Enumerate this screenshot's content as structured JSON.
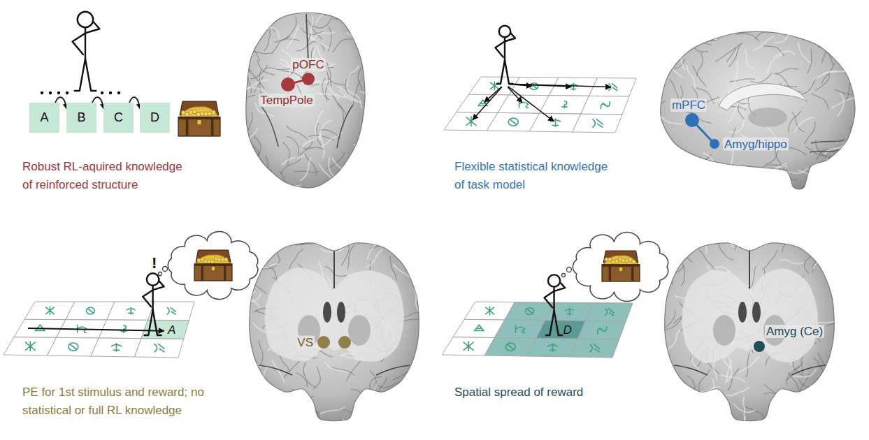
{
  "diagram": {
    "nodes": [
      {
        "text": [
          "A"
        ]
      },
      {
        "text": [
          "B"
        ]
      },
      {
        "text": [
          "C"
        ]
      },
      {
        "text": [
          "D"
        ]
      },
      {
        "text": [
          "TempPole"
        ]
      },
      {
        "text": [
          "pOFC"
        ]
      },
      {
        "text": [
          "mPFC"
        ]
      },
      {
        "text": [
          "Amyg/hippo"
        ]
      },
      {
        "text": [
          "VS"
        ]
      },
      {
        "text": [
          "Amyg (Ce)"
        ]
      }
    ],
    "edges": [
      {
        "from": 0,
        "to": 1,
        "arrow": "to"
      },
      {
        "from": 1,
        "to": 2,
        "arrow": "to"
      },
      {
        "from": 2,
        "to": 3,
        "arrow": "to"
      },
      {
        "from": 4,
        "to": 5,
        "arrow": "none"
      },
      {
        "from": 6,
        "to": 7,
        "arrow": "none"
      }
    ],
    "labels": [
      "Robust RL-aquired knowledge of reinforced structure",
      "Flexible statistical knowledge of task model",
      "!",
      "A",
      "PE for 1st stimulus and reward; no statistical or full RL knowledge",
      "D",
      "Spatial spread of reward"
    ]
  }
}
